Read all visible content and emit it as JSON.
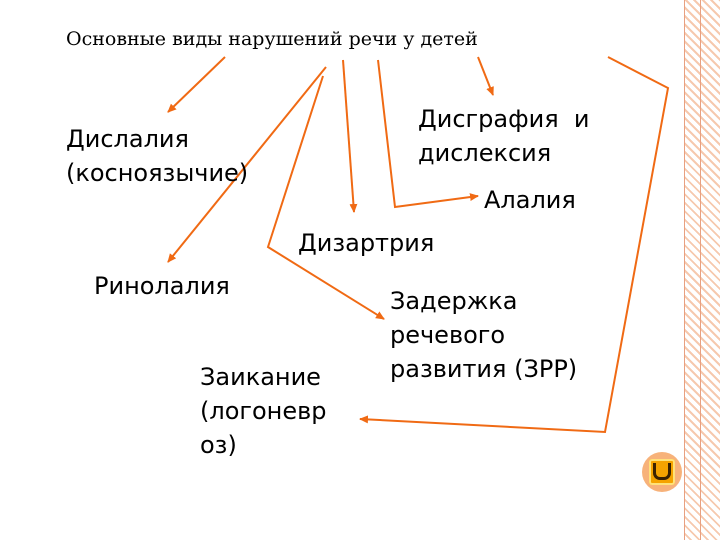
{
  "title": "Основные виды нарушений речи у детей",
  "nodes": {
    "dyslalia_1": "Дислалия",
    "dyslalia_2": "(косноязычие)",
    "dysgraphia_1": "Дисграфия  и",
    "dysgraphia_2": "дислексия",
    "alalia": "Алалия",
    "dysarthria": "Дизартрия",
    "rhinolalia": "Ринолалия",
    "zrr_1": "Задержка",
    "zrr_2": "речевого",
    "zrr_3": "развития (ЗРР)",
    "stutter_1": "Заикание",
    "stutter_2": "(логоневр",
    "stutter_3": "оз)"
  },
  "colors": {
    "arrow": "#f06a14",
    "stripe": "#f6c9ae",
    "button": "#f5a300"
  },
  "icons": {
    "nav_button": "return-icon"
  }
}
